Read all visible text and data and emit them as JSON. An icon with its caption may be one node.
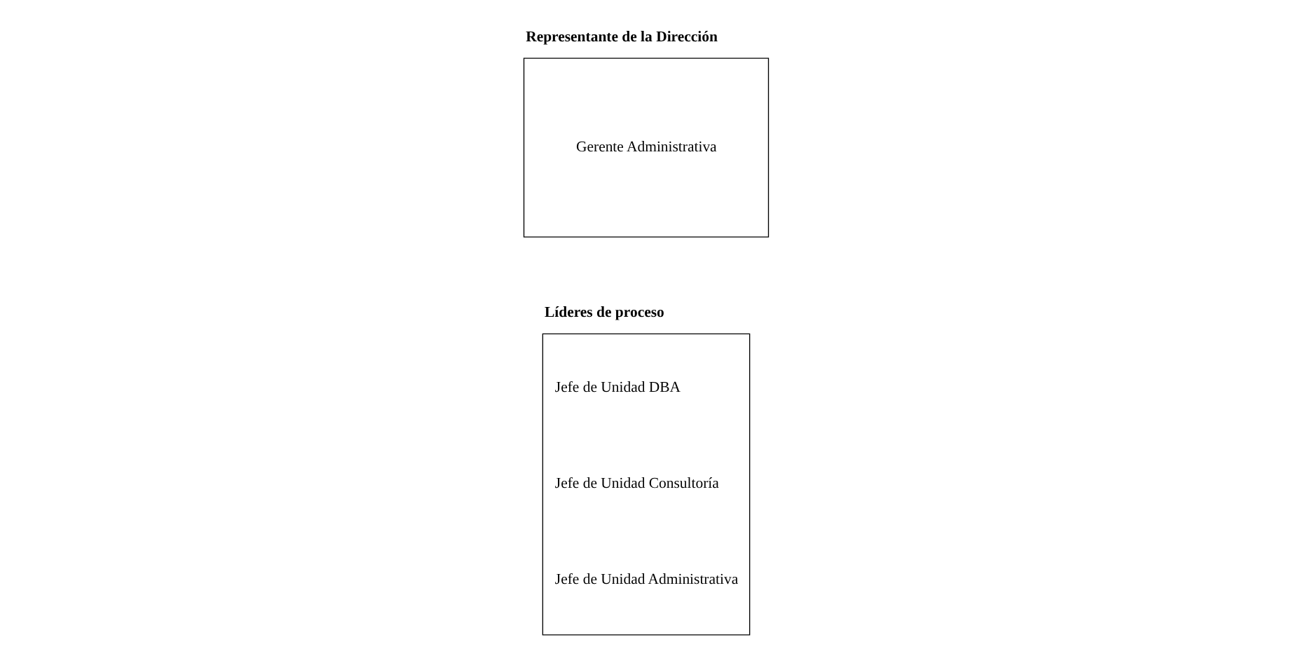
{
  "diagram": {
    "nodes": [
      {
        "text": [
          "Representante de la Dirección",
          "Gerente Administrativa"
        ]
      },
      {
        "text": [
          "Líderes de proceso",
          "Jefe de Unidad DBA",
          "Jefe de Unidad Consultoría",
          "Jefe de Unidad Administrativa"
        ]
      }
    ],
    "edges": []
  }
}
